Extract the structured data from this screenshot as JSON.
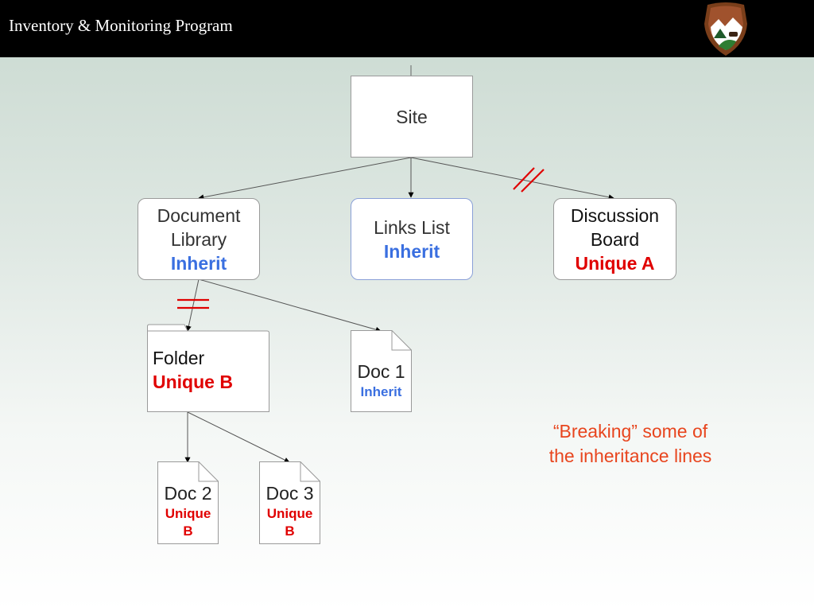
{
  "header": {
    "title": "Inventory & Monitoring Program"
  },
  "nodes": {
    "site": {
      "label": "Site"
    },
    "document_library": {
      "line1": "Document",
      "line2": "Library",
      "status": "Inherit"
    },
    "links_list": {
      "line1": "Links List",
      "status": "Inherit"
    },
    "discussion_board": {
      "line1": "Discussion",
      "line2": "Board",
      "status": "Unique A"
    },
    "folder": {
      "label": "Folder",
      "status": "Unique B"
    },
    "doc1": {
      "label": "Doc 1",
      "status": "Inherit"
    },
    "doc2": {
      "label": "Doc 2",
      "status_line1": "Unique",
      "status_line2": "B"
    },
    "doc3": {
      "label": "Doc 3",
      "status_line1": "Unique",
      "status_line2": "B"
    }
  },
  "note": {
    "line1": "“Breaking” some of",
    "line2": "the inheritance lines"
  },
  "colors": {
    "inherit": "#3a6fe0",
    "unique": "#e00000",
    "break_mark": "#e00000",
    "note": "#e8451e"
  },
  "icons": {
    "logo": "nps-arrowhead-logo"
  }
}
